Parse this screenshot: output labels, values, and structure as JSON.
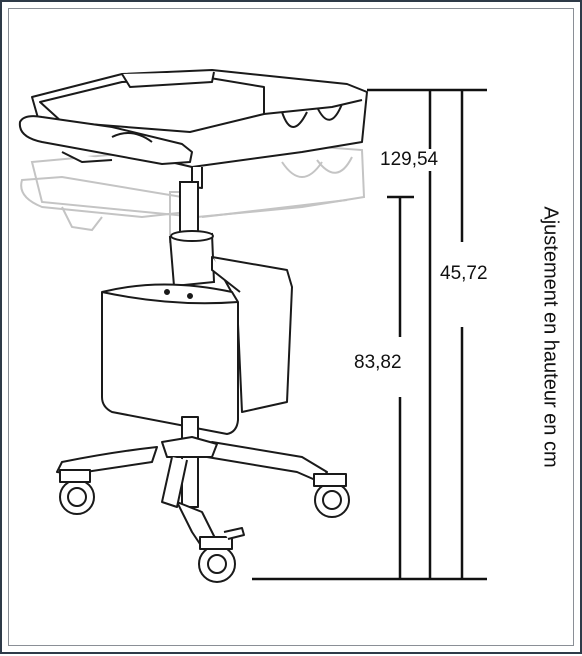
{
  "diagram": {
    "height_label": "Ajustement en hauteur en cm",
    "dimensions": {
      "top": "129,54",
      "range": "45,72",
      "bottom": "83,82"
    },
    "colors": {
      "frame": "#2e3a48",
      "line": "#111111",
      "ghost": "#c8c8c8"
    }
  }
}
